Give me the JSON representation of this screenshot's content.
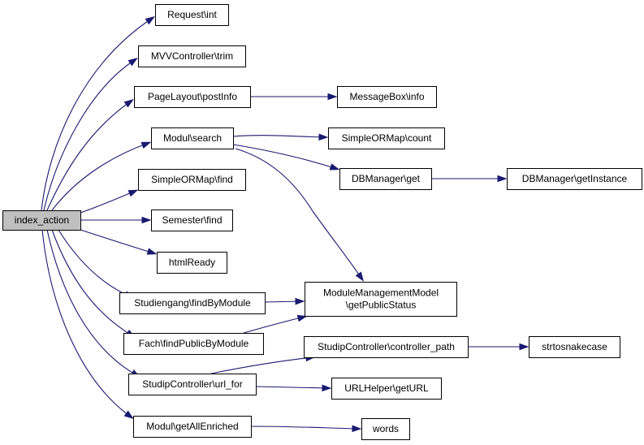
{
  "diagram": {
    "colors": {
      "edge": "#191970",
      "root_fill": "#bfbfbf",
      "node_fill": "#ffffff",
      "node_border": "#000000"
    },
    "nodes": {
      "index_action": {
        "lines": [
          "index_action"
        ],
        "root": true
      },
      "request_int": {
        "lines": [
          "Request\\int"
        ]
      },
      "mvv_trim": {
        "lines": [
          "MVVController\\trim"
        ]
      },
      "pagelayout_postinfo": {
        "lines": [
          "PageLayout\\postInfo"
        ]
      },
      "messagebox_info": {
        "lines": [
          "MessageBox\\info"
        ]
      },
      "modul_search": {
        "lines": [
          "Modul\\search"
        ]
      },
      "sorm_count": {
        "lines": [
          "SimpleORMap\\count"
        ]
      },
      "dbm_get": {
        "lines": [
          "DBManager\\get"
        ]
      },
      "dbm_getinstance": {
        "lines": [
          "DBManager\\getInstance"
        ]
      },
      "sorm_find": {
        "lines": [
          "SimpleORMap\\find"
        ]
      },
      "semester_find": {
        "lines": [
          "Semester\\find"
        ]
      },
      "htmlready": {
        "lines": [
          "htmlReady"
        ]
      },
      "mmm_getpublicstatus": {
        "lines": [
          "ModuleManagementModel",
          "\\getPublicStatus"
        ]
      },
      "studiengang_findbymodule": {
        "lines": [
          "Studiengang\\findByModule"
        ]
      },
      "fach_findpublicbymodule": {
        "lines": [
          "Fach\\findPublicByModule"
        ]
      },
      "sc_controller_path": {
        "lines": [
          "StudipController\\controller_path"
        ]
      },
      "strtosnakecase": {
        "lines": [
          "strtosnakecase"
        ]
      },
      "sc_url_for": {
        "lines": [
          "StudipController\\url_for"
        ]
      },
      "urlhelper_geturl": {
        "lines": [
          "URLHelper\\getURL"
        ]
      },
      "modul_getallenriched": {
        "lines": [
          "Modul\\getAllEnriched"
        ]
      },
      "words": {
        "lines": [
          "words"
        ]
      }
    },
    "edges": [
      {
        "from": "index_action",
        "to": "request_int"
      },
      {
        "from": "index_action",
        "to": "mvv_trim"
      },
      {
        "from": "index_action",
        "to": "pagelayout_postinfo"
      },
      {
        "from": "index_action",
        "to": "modul_search"
      },
      {
        "from": "index_action",
        "to": "sorm_find"
      },
      {
        "from": "index_action",
        "to": "semester_find"
      },
      {
        "from": "index_action",
        "to": "htmlready"
      },
      {
        "from": "index_action",
        "to": "studiengang_findbymodule"
      },
      {
        "from": "index_action",
        "to": "fach_findpublicbymodule"
      },
      {
        "from": "index_action",
        "to": "sc_url_for"
      },
      {
        "from": "index_action",
        "to": "modul_getallenriched"
      },
      {
        "from": "pagelayout_postinfo",
        "to": "messagebox_info"
      },
      {
        "from": "modul_search",
        "to": "sorm_count"
      },
      {
        "from": "modul_search",
        "to": "dbm_get"
      },
      {
        "from": "modul_search",
        "to": "mmm_getpublicstatus"
      },
      {
        "from": "dbm_get",
        "to": "dbm_getinstance"
      },
      {
        "from": "studiengang_findbymodule",
        "to": "mmm_getpublicstatus"
      },
      {
        "from": "fach_findpublicbymodule",
        "to": "mmm_getpublicstatus"
      },
      {
        "from": "sc_url_for",
        "to": "sc_controller_path"
      },
      {
        "from": "sc_url_for",
        "to": "urlhelper_geturl"
      },
      {
        "from": "sc_controller_path",
        "to": "strtosnakecase"
      },
      {
        "from": "modul_getallenriched",
        "to": "words"
      }
    ]
  }
}
